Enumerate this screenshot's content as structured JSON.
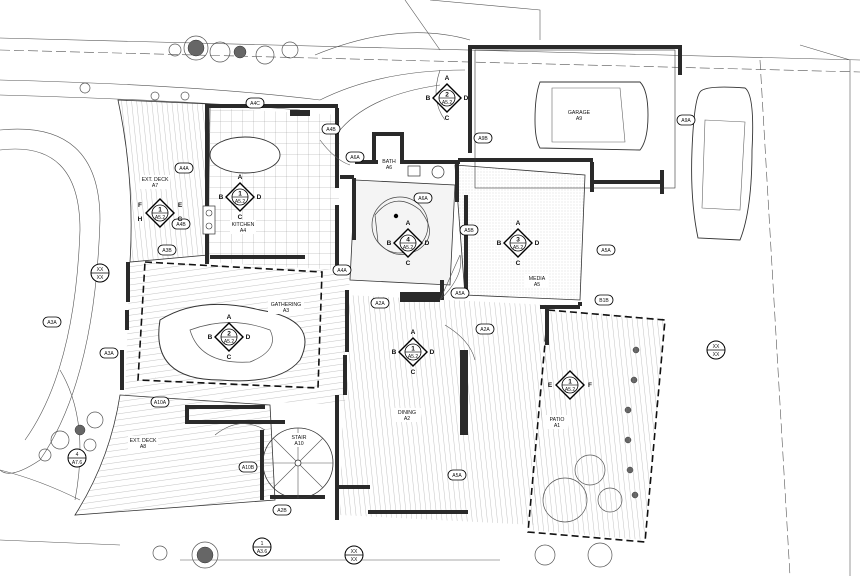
{
  "rooms": {
    "garage": {
      "name": "GARAGE",
      "code": "A9"
    },
    "bath": {
      "name": "BATH",
      "code": "A6"
    },
    "kitchen": {
      "name": "KITCHEN",
      "code": "A4"
    },
    "ext_deck_a7": {
      "name": "EXT. DECK",
      "code": "A7"
    },
    "media": {
      "name": "MEDIA",
      "code": "A5"
    },
    "gathering": {
      "name": "GATHERING",
      "code": "A3"
    },
    "dining": {
      "name": "DINING",
      "code": "A2"
    },
    "patio": {
      "name": "PATIO",
      "code": "A1"
    },
    "ext_deck_a8": {
      "name": "EXT. DECK",
      "code": "A8"
    },
    "stair": {
      "name": "STAIR",
      "code": "A10"
    }
  },
  "tags": [
    "A4C",
    "A4B",
    "A4A",
    "A4B",
    "A6A",
    "A9B",
    "A9A",
    "A6A",
    "A5B",
    "A3B",
    "A4A",
    "A5A",
    "A2A",
    "A5A",
    "A2A",
    "B1B",
    "A3A",
    "A3A",
    "A10A",
    "A10B",
    "A2B",
    "A5A"
  ],
  "markers": [
    {
      "num": "1",
      "sheet": "A5.2",
      "dirs": [
        "A",
        "B",
        "C",
        "D"
      ]
    },
    {
      "num": "1",
      "sheet": "A5.2",
      "dirs": [
        "E",
        "F",
        "G",
        "H"
      ]
    },
    {
      "num": "2",
      "sheet": "A5.2",
      "dirs": [
        "A",
        "B",
        "C",
        "D"
      ]
    },
    {
      "num": "2",
      "sheet": "A5.2",
      "dirs": [
        "A",
        "B",
        "C",
        "D"
      ]
    },
    {
      "num": "3",
      "sheet": "A5.2",
      "dirs": [
        "A",
        "B",
        "C",
        "D"
      ]
    },
    {
      "num": "4",
      "sheet": "A5.2",
      "dirs": [
        "A",
        "B",
        "C",
        "D"
      ]
    },
    {
      "num": "1",
      "sheet": "A5.2",
      "dirs": [
        "A",
        "B",
        "C",
        "D"
      ]
    },
    {
      "num": "1",
      "sheet": "A5.2",
      "dirs": [
        "E",
        "F"
      ]
    }
  ],
  "callouts": [
    {
      "num": "XX",
      "sheet": "XX"
    },
    {
      "num": "XX",
      "sheet": "XX"
    },
    {
      "num": "XX",
      "sheet": "XX"
    },
    {
      "num": "4",
      "sheet": "A7.6"
    },
    {
      "num": "1",
      "sheet": "A3.6"
    }
  ]
}
